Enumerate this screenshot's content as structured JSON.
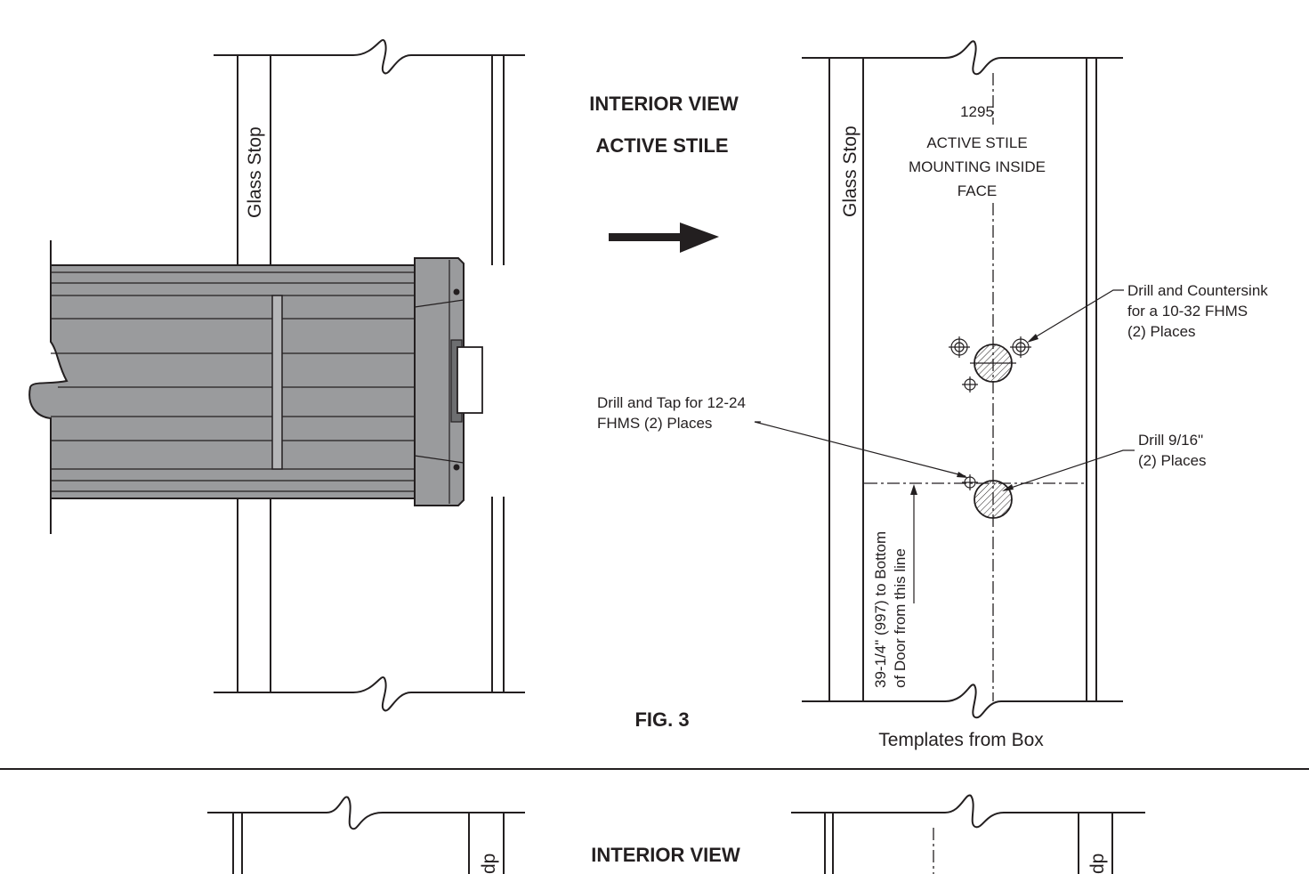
{
  "figure": {
    "headings": {
      "interior_view": "INTERIOR VIEW",
      "active_stile": "ACTIVE STILE",
      "fig_label": "FIG. 3"
    },
    "left_view": {
      "glass_stop": "Glass Stop"
    },
    "right_view": {
      "glass_stop": "Glass Stop",
      "template_lines": [
        "1295",
        "ACTIVE STILE",
        "MOUNTING INSIDE",
        "FACE"
      ],
      "callout_countersink": [
        "Drill and Countersink",
        "for a 10-32 FHMS",
        "(2) Places"
      ],
      "callout_tap": [
        "Drill and Tap for 12-24",
        "FHMS (2) Places"
      ],
      "callout_drill": [
        "Drill 9/16\"",
        "(2) Places"
      ],
      "dimension_note": [
        "39-1/4\" (997) to Bottom",
        "of Door from this line"
      ],
      "caption": "Templates from Box"
    }
  },
  "next_figure": {
    "heading": "INTERIOR VIEW",
    "glass_stop_partial": "dp"
  },
  "colors": {
    "ink": "#231f20",
    "device_fill": "#9a9b9d",
    "device_dark": "#6d6e70",
    "device_light": "#b5b6b8",
    "background": "#ffffff"
  },
  "icons": {
    "arrow": "right-arrow-icon"
  }
}
